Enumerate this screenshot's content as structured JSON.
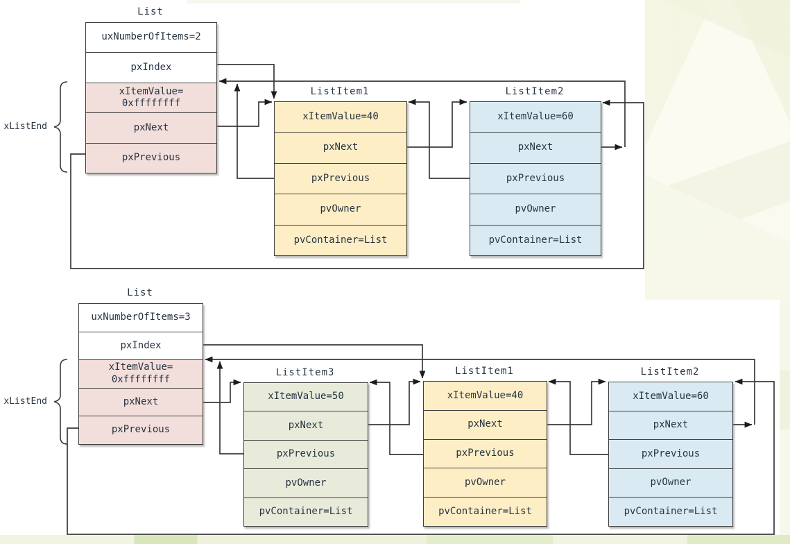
{
  "colors": {
    "box_border": "#3e3e3e",
    "wire": "#3a3a3a",
    "text": "#273442",
    "list_end_fill": "#f2dedb",
    "item_yellow": "#fdeec6",
    "item_blue": "#daeaf2",
    "item_green": "#e8ebda"
  },
  "diagrams": [
    {
      "list": {
        "title": "List",
        "rows": [
          "uxNumberOfItems=2",
          "pxIndex",
          "xItemValue=\n0xffffffff",
          "pxNext",
          "pxPrevious"
        ],
        "end_label": "xListEnd",
        "end_fill": "#f2dedb"
      },
      "items": [
        {
          "title": "ListItem1",
          "fill": "#fdeec6",
          "rows": [
            "xItemValue=40",
            "pxNext",
            "pxPrevious",
            "pvOwner",
            "pvContainer=List"
          ]
        },
        {
          "title": "ListItem2",
          "fill": "#daeaf2",
          "rows": [
            "xItemValue=60",
            "pxNext",
            "pxPrevious",
            "pvOwner",
            "pvContainer=List"
          ]
        }
      ]
    },
    {
      "list": {
        "title": "List",
        "rows": [
          "uxNumberOfItems=3",
          "pxIndex",
          "xItemValue=\n0xffffffff",
          "pxNext",
          "pxPrevious"
        ],
        "end_label": "xListEnd",
        "end_fill": "#f2dedb"
      },
      "items": [
        {
          "title": "ListItem3",
          "fill": "#e8ebda",
          "rows": [
            "xItemValue=50",
            "pxNext",
            "pxPrevious",
            "pvOwner",
            "pvContainer=List"
          ]
        },
        {
          "title": "ListItem1",
          "fill": "#fdeec6",
          "rows": [
            "xItemValue=40",
            "pxNext",
            "pxPrevious",
            "pvOwner",
            "pvContainer=List"
          ]
        },
        {
          "title": "ListItem2",
          "fill": "#daeaf2",
          "rows": [
            "xItemValue=60",
            "pxNext",
            "pxPrevious",
            "pvOwner",
            "pvContainer=List"
          ]
        }
      ]
    }
  ]
}
